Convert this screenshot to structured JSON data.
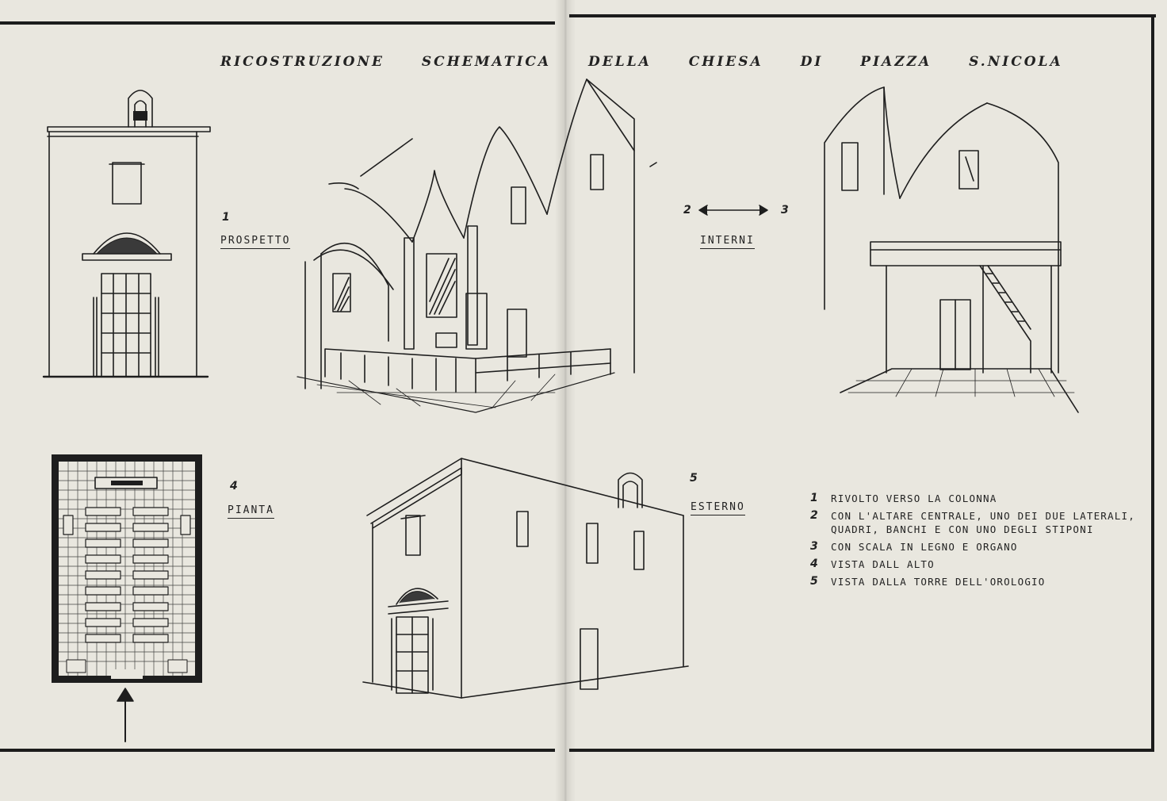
{
  "title": [
    "RICOSTRUZIONE",
    "SCHEMATICA",
    "DELLA",
    "CHIESA",
    "DI",
    "PIAZZA",
    "S.NICOLA"
  ],
  "views": {
    "v1": {
      "number": "1",
      "label": "PROSPETTO"
    },
    "v23": {
      "number_a": "2",
      "number_b": "3",
      "label": "INTERNI"
    },
    "v4": {
      "number": "4",
      "label": "PIANTA"
    },
    "v5": {
      "number": "5",
      "label": "ESTERNO"
    }
  },
  "legend": [
    {
      "n": "1",
      "text": "RIVOLTO VERSO LA COLONNA"
    },
    {
      "n": "2",
      "text": "CON L'ALTARE CENTRALE, UNO DEI DUE LATERALI, QUADRI, BANCHI E CON UNO DEGLI STIPONI"
    },
    {
      "n": "3",
      "text": "CON SCALA IN LEGNO E ORGANO"
    },
    {
      "n": "4",
      "text": "VISTA DALL ALTO"
    },
    {
      "n": "5",
      "text": "VISTA DALLA TORRE DELL'OROLOGIO"
    }
  ]
}
